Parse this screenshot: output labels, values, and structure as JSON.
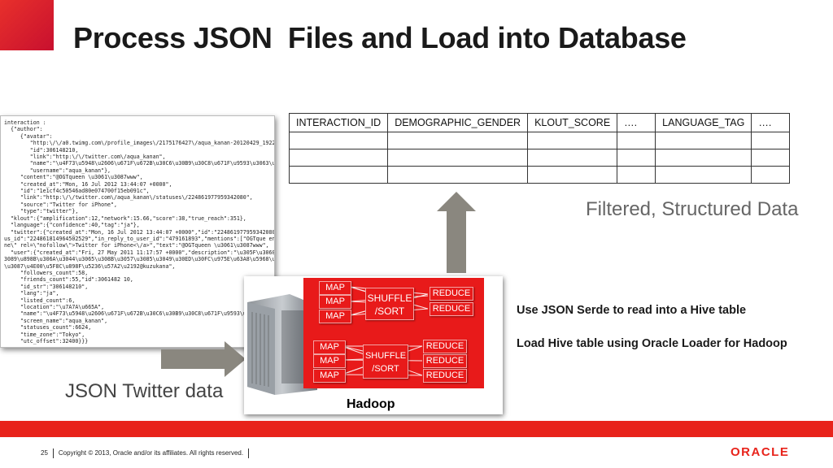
{
  "slide": {
    "title": "Process JSON  Files and Load into Database",
    "filtered_label": "Filtered, Structured Data",
    "json_label": "JSON Twitter data",
    "hadoop_label": "Hadoop",
    "note1": "Use JSON Serde to read into a Hive table",
    "note2": "Load Hive table using Oracle Loader for Hadoop",
    "footer": {
      "page": "25",
      "copyright": "Copyright © 2013, Oracle and/or its affiliates. All rights reserved."
    },
    "logo": "ORACLE"
  },
  "table": {
    "headers": [
      "INTERACTION_ID",
      "DEMOGRAPHIC_GENDER",
      "KLOUT_SCORE",
      "….",
      "LANGUAGE_TAG",
      "…."
    ]
  },
  "hadoop": {
    "map": "MAP",
    "reduce": "REDUCE",
    "shuffle1a": "SHUFFLE",
    "shuffle1b": "/SORT",
    "shuffle2a": "SHUFFLE",
    "shuffle2b": "/SORT"
  },
  "json_text": "interaction :\n  {\"author\":\n     {\"avatar\":\n        \"http:\\/\\/a0.twimg.com\\/profile_images\\/2175176427\\/aqua_kanan-20120429_1922_no\n        \"id\":306148210,\n        \"link\":\"http:\\/\\/twitter.com\\/aqua_kanan\",\n        \"name\":\"\\u4F73\\u5948\\u2606\\u671F\\u672B\\u30C6\\u30B9\\u30C8\\u671F\\u9593\\u3063\\u30\n        \"username\":\"aqua_kanan\"},\n     \"content\":\"@OGTqueen \\u3061\\u3087www\",\n     \"created_at\":\"Mon, 16 Jul 2012 13:44:07 +0000\",\n     \"id\":\"1e1cf4c50546ad80e074700f15eb091c\",\n     \"link\":\"http:\\/\\/twitter.com\\/aqua_kanan\\/statuses\\/224861977959342080\",\n     \"source\":\"Twitter for iPhone\",\n     \"type\":\"twitter\"},\n  \"klout\":{\"amplification\":12,\"network\":15.66,\"score\":38,\"true_reach\":351},\n  \"language\":{\"confidence\":40,\"tag\":\"ja\"},\n  \"twitter\":{\"created_at\":\"Mon, 16 Jul 2012 13:44:07 +0000\",\"id\":\"224861977959342080\",\"in_reply_to_screen_name\":\"OGTqueen\",\"in_reply_to_st\nus_id\":\"224861814964502529\",\"in_reply_to_user_id\":\"479161893\",\"mentions\":[\"OGTque en\"],\"source\":\"<a href=\\\"http:\\/\\/twitter.com\\/download\\/i\nne\\\" rel=\\\"nofollow\\\">Twitter for iPhone<\\/a>\",\"text\":\"@OGTqueen \\u3061\\u3087www\",\n  \"user\":{\"created_at\":\"Fri, 27 May 2011 11:17:57 +0000\",\"description\":\"\\u305F\\u3060\\u306E\\u30AF\\u30BA\\u7CF8\\u72EC\\u308A\\u8A00\\u3060\\u3041\n3089\\u898B\\u306A\\u3044\\u3065\\u308B\\u3057\\u3085\\u3049\\u30ED\\u30FC\\u975E\\u63A8\\u5968\\u7A\\u57CB\\u307E\\u3063\\u3066\\u3082\\u77E5\\u3089\\u306B\\u30\n\\u3087\\u4E00\\u5F8C\\u898F\\u5236\\u57A2\\u2192@kuzukana\",\n     \"followers_count\":58,\n     \"friends_count\":55,\"id\":3061482 10,\n     \"id_str\":\"306148210\",\n     \"lang\":\"ja\",\n     \"listed_count\":6,\n     \"location\":\"\\u7A7A\\u665A\",\n     \"name\":\"\\u4F73\\u5948\\u2606\\u671F\\u672B\\u30C6\\u30B9\\u30C8\\u671F\\u9593\\u3\n     \"screen_name\":\"aqua_kanan\",\n     \"statuses_count\":6624,\n     \"time_zone\":\"Tokyo\",\n     \"utc_offset\":32400}}}"
}
